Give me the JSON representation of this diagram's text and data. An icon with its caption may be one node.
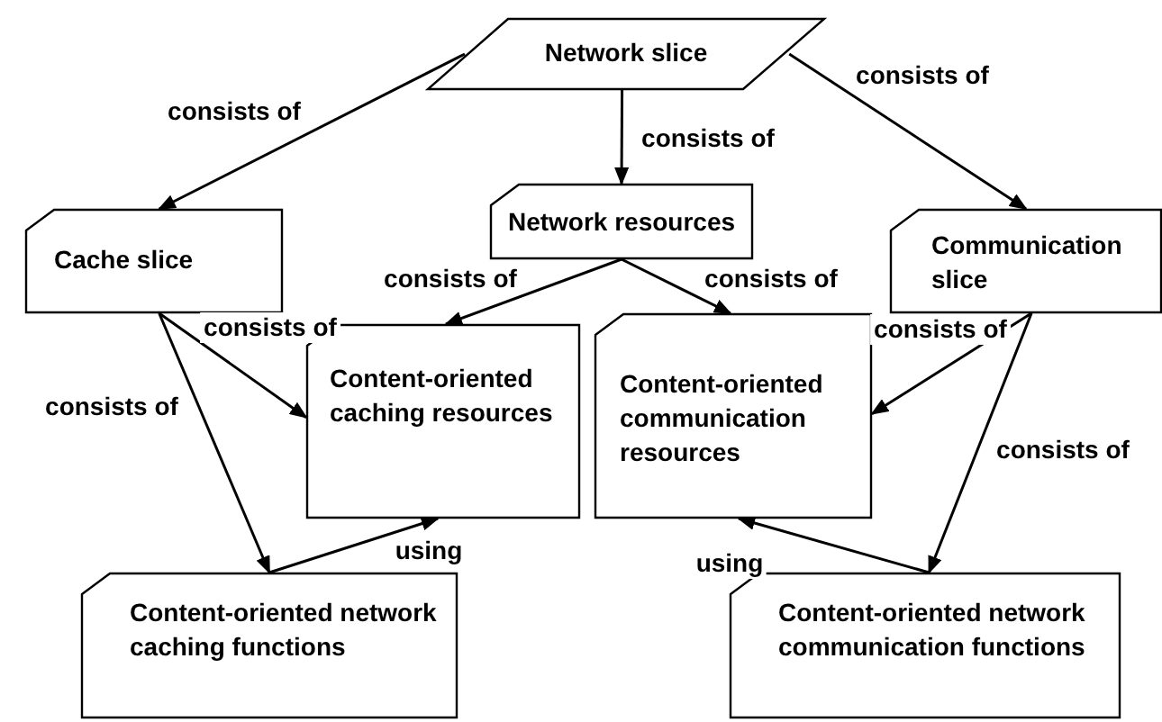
{
  "diagram": {
    "nodes": [
      {
        "text": [
          "Network slice"
        ]
      },
      {
        "text": [
          "Cache slice"
        ]
      },
      {
        "text": [
          "Network resources"
        ]
      },
      {
        "text": [
          "Communication slice"
        ]
      },
      {
        "text": [
          "Content-oriented caching resources"
        ]
      },
      {
        "text": [
          "Content-oriented communication resources"
        ]
      },
      {
        "text": [
          "Content-oriented network caching functions"
        ]
      },
      {
        "text": [
          "Content-oriented network communication functions"
        ]
      }
    ],
    "edges": [
      {
        "from": 0,
        "to": 1,
        "arrow": "to",
        "label": "consists of"
      },
      {
        "from": 0,
        "to": 2,
        "arrow": "to",
        "label": "consists of"
      },
      {
        "from": 0,
        "to": 3,
        "arrow": "to",
        "label": "consists of"
      },
      {
        "from": 1,
        "to": 4,
        "arrow": "to",
        "label": "consists of"
      },
      {
        "from": 1,
        "to": 6,
        "arrow": "to",
        "label": "consists of"
      },
      {
        "from": 2,
        "to": 4,
        "arrow": "to",
        "label": "consists of"
      },
      {
        "from": 2,
        "to": 5,
        "arrow": "to",
        "label": "consists of"
      },
      {
        "from": 3,
        "to": 5,
        "arrow": "to",
        "label": "consists of"
      },
      {
        "from": 3,
        "to": 7,
        "arrow": "to",
        "label": "consists of"
      },
      {
        "from": 6,
        "to": 4,
        "arrow": "to",
        "label": "using"
      },
      {
        "from": 7,
        "to": 5,
        "arrow": "to",
        "label": "using"
      }
    ]
  }
}
